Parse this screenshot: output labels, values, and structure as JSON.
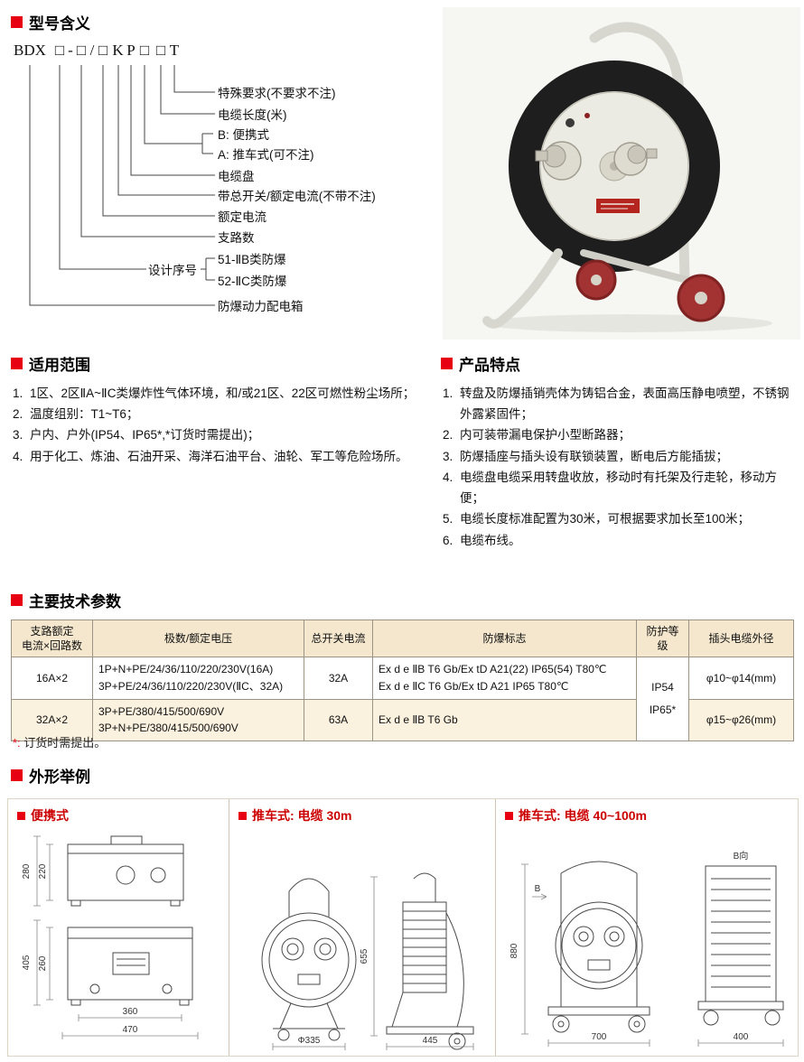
{
  "colors": {
    "accent": "#e60012",
    "example_title": "#cc0000",
    "table_header_bg": "#f4e7cd",
    "table_alt_row_bg": "#faf1de"
  },
  "sections": {
    "model_meaning": "型号含义",
    "application": "适用范围",
    "features": "产品特点",
    "tech_params": "主要技术参数",
    "examples": "外形举例"
  },
  "model_diagram": {
    "code_parts": [
      "BDX",
      "□",
      "-",
      "□",
      "/",
      "□",
      "K",
      "P",
      "□",
      "□",
      "T"
    ],
    "labels": {
      "special": "特殊要求(不要求不注)",
      "cable_length": "电缆长度(米)",
      "portable": "B: 便携式",
      "cart": "A: 推车式(可不注)",
      "cable_reel": "电缆盘",
      "main_switch": "带总开关/额定电流(不带不注)",
      "rated_current": "额定电流",
      "branch_count": "支路数",
      "design_serial": "设计序号",
      "serial_51": "51-ⅡB类防爆",
      "serial_52": "52-ⅡC类防爆",
      "product_name": "防爆动力配电箱"
    }
  },
  "application_items": [
    "1区、2区ⅡA~ⅡC类爆炸性气体环境，和/或21区、22区可燃性粉尘场所；",
    "温度组别：T1~T6；",
    "户内、户外(IP54、IP65*,*订货时需提出)；",
    "用于化工、炼油、石油开采、海洋石油平台、油轮、军工等危险场所。"
  ],
  "feature_items": [
    "转盘及防爆插销壳体为铸铝合金，表面高压静电喷塑，不锈钢外露紧固件；",
    "内可装带漏电保护小型断路器；",
    "防爆插座与插头设有联锁装置，断电后方能插拔；",
    "电缆盘电缆采用转盘收放，移动时有托架及行走轮，移动方便；",
    "电缆长度标准配置为30米，可根据要求加长至100米；",
    "电缆布线。"
  ],
  "table": {
    "headers": {
      "branch": "支路额定\n电流×回路数",
      "poles": "极数/额定电压",
      "switch": "总开关电流",
      "ex_mark": "防爆标志",
      "protection": "防护等级",
      "cable_od": "插头电缆外径"
    },
    "rows": [
      {
        "branch": "16A×2",
        "poles": "1P+N+PE/24/36/110/220/230V(16A)\n3P+PE/24/36/110/220/230V(ⅡC、32A)",
        "switch": "32A",
        "ex_mark": "Ex d e ⅡB T6 Gb/Ex tD A21(22) IP65(54) T80℃\nEx d e ⅡC T6 Gb/Ex tD A21 IP65 T80℃",
        "cable_od": "φ10~φ14(mm)"
      },
      {
        "branch": "32A×2",
        "poles": "3P+PE/380/415/500/690V\n3P+N+PE/380/415/500/690V",
        "switch": "63A",
        "ex_mark": "Ex d e ⅡB T6 Gb",
        "cable_od": "φ15~φ26(mm)"
      }
    ],
    "protection_value": "IP54\nIP65*",
    "footnote_marker": "*:",
    "footnote_text": "订货时需提出。"
  },
  "examples": {
    "portable": {
      "title": "便携式",
      "dims": {
        "top_outer": "280",
        "top_inner": "220",
        "bottom_outer_h": "405",
        "bottom_inner_h": "260",
        "bottom_w1": "360",
        "bottom_w2": "470"
      }
    },
    "cart30": {
      "title": "推车式: 电缆 30m",
      "dims": {
        "height": "655",
        "diameter": "Φ335",
        "depth": "445"
      }
    },
    "cart100": {
      "title": "推车式: 电缆 40~100m",
      "dims": {
        "height": "880",
        "width": "700",
        "depth": "400",
        "view_label": "B向",
        "view_arrow": "B"
      }
    }
  }
}
